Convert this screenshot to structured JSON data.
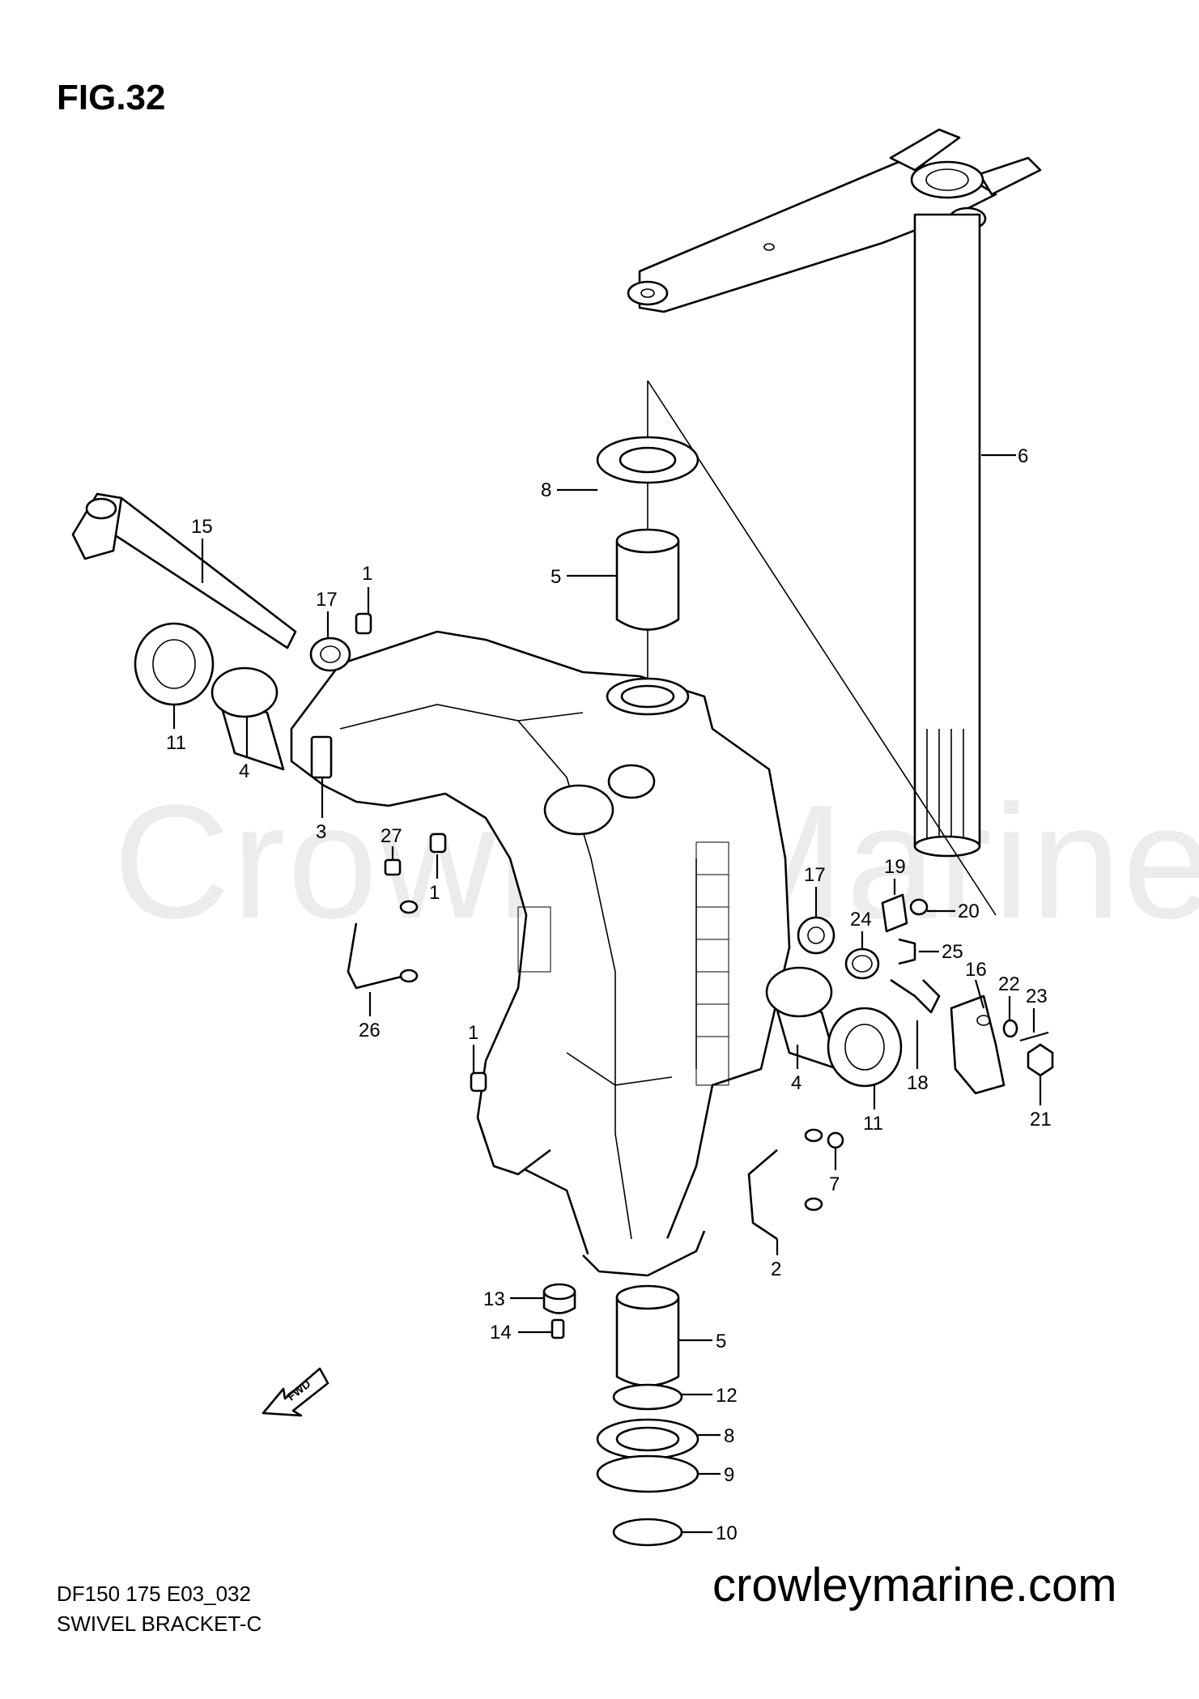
{
  "figure": {
    "title": "FIG.32"
  },
  "watermark": "CrowleyMarine",
  "footer": {
    "model_code": "DF150 175 E03_032",
    "section_name": "SWIVEL BRACKET-C",
    "site": "crowleymarine.com"
  },
  "direction_badge": "FWD",
  "callouts": [
    "6",
    "8",
    "5",
    "15",
    "17",
    "1",
    "11",
    "4",
    "3",
    "27",
    "1",
    "26",
    "19",
    "17",
    "20",
    "24",
    "25",
    "16",
    "22",
    "23",
    "1",
    "4",
    "11",
    "18",
    "21",
    "7",
    "2",
    "13",
    "14",
    "5",
    "12",
    "8",
    "9",
    "10"
  ]
}
